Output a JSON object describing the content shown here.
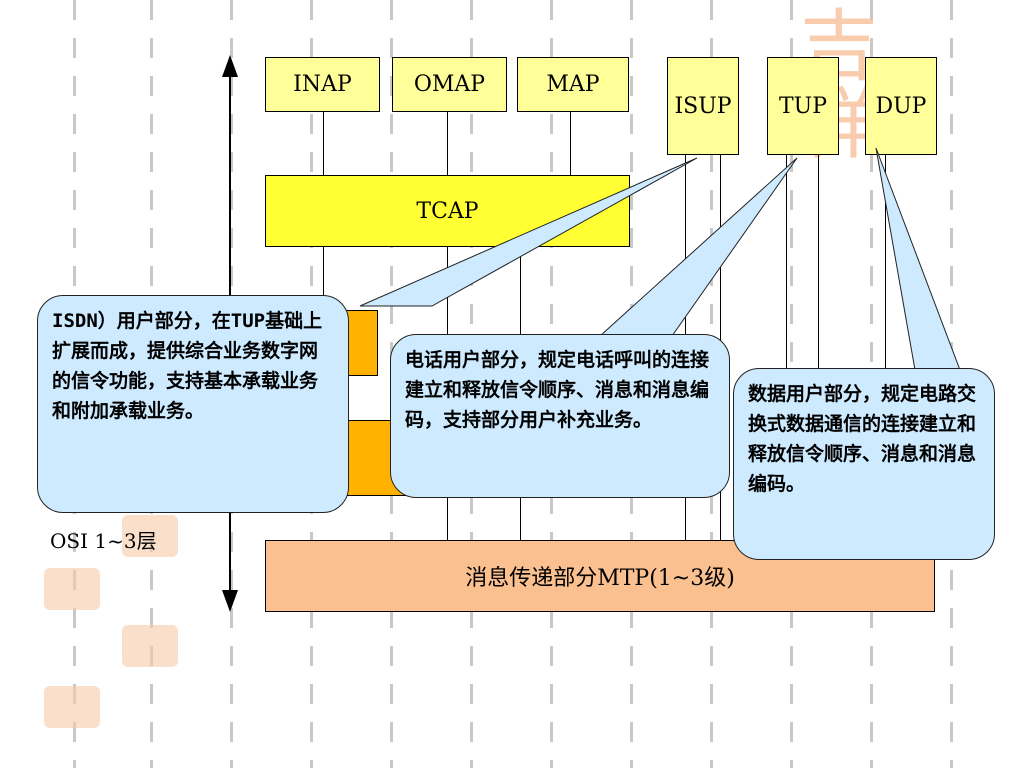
{
  "protocols_top": {
    "inap": "INAP",
    "omap": "OMAP",
    "map": "MAP",
    "isup": "ISUP",
    "tup": "TUP",
    "dup": "DUP"
  },
  "tcap": "TCAP",
  "mtp": "消息传递部分MTP(1~3级)",
  "osi_label": "OSI 1~3层",
  "callouts": {
    "isup_desc": "ISDN）用户部分，在TUP基础上扩展而成，提供综合业务数字网的信令功能，支持基本承载业务和附加承载业务。",
    "tup_desc": "电话用户部分，规定电话呼叫的连接建立和释放信令顺序、消息和消息编码，支持部分用户补充业务。",
    "dup_desc": "数据用户部分，规定电路交换式数据通信的连接建立和释放信令顺序、消息和消息编码。"
  },
  "colors": {
    "box_light_yellow": "#ffff99",
    "tcap_yellow": "#ffff33",
    "sccp_orange": "#ffb300",
    "mtp_peach": "#fac090",
    "callout_blue": "#cdeaff",
    "seal": "#f7b78d"
  }
}
